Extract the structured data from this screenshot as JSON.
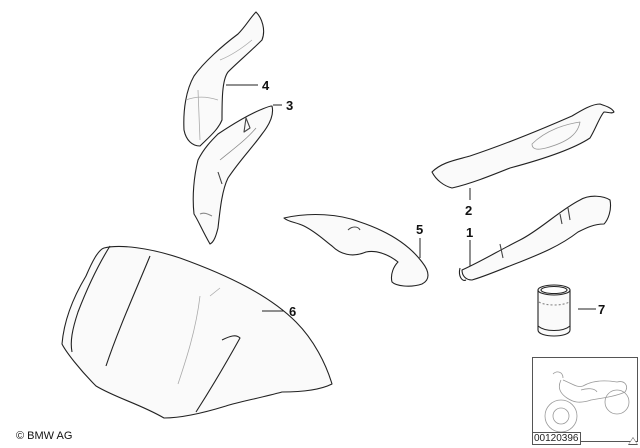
{
  "diagram": {
    "type": "exploded parts diagram",
    "subject": "motorcycle fairing / windshield trim parts",
    "parts": [
      {
        "id": "1",
        "label": "1"
      },
      {
        "id": "2",
        "label": "2"
      },
      {
        "id": "3",
        "label": "3"
      },
      {
        "id": "4",
        "label": "4"
      },
      {
        "id": "5",
        "label": "5"
      },
      {
        "id": "6",
        "label": "6"
      },
      {
        "id": "7",
        "label": "7"
      }
    ]
  },
  "footer": {
    "copyright": "© BMW AG",
    "diagram_number": "00120396"
  }
}
